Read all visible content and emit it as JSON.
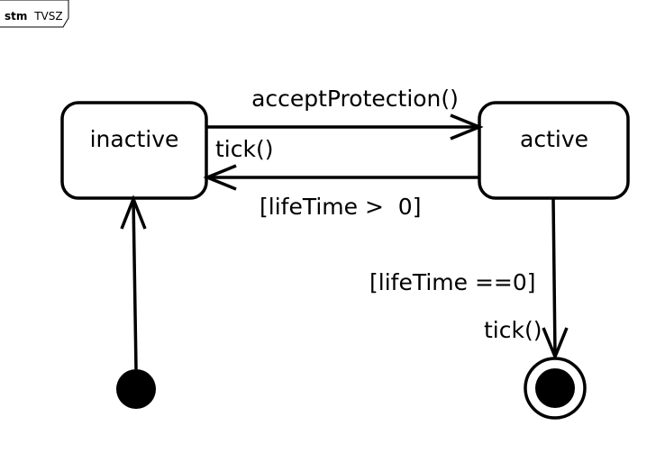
{
  "frame": {
    "kind": "stm",
    "name": "TVSZ"
  },
  "states": {
    "inactive": "inactive",
    "active": "active"
  },
  "transitions": {
    "accept": "acceptProtection()",
    "back_trigger": "tick()",
    "back_guard": "[lifeTime >  0]",
    "final_guard": "[lifeTime ==0]",
    "final_trigger": "tick()"
  }
}
